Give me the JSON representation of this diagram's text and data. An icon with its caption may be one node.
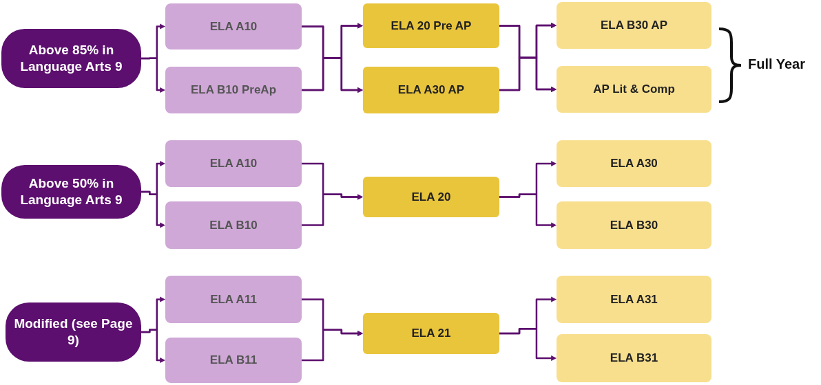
{
  "diagram": {
    "nodes": [
      {
        "text": [
          "Above 85% in Language Arts 9"
        ]
      },
      {
        "text": [
          "ELA A10"
        ]
      },
      {
        "text": [
          "ELA B10 PreAp"
        ]
      },
      {
        "text": [
          "ELA 20 Pre AP"
        ]
      },
      {
        "text": [
          "ELA A30 AP"
        ]
      },
      {
        "text": [
          "ELA B30 AP"
        ]
      },
      {
        "text": [
          "AP Lit & Comp"
        ]
      },
      {
        "text": [
          "Above 50% in Language Arts 9"
        ]
      },
      {
        "text": [
          "ELA A10"
        ]
      },
      {
        "text": [
          "ELA B10"
        ]
      },
      {
        "text": [
          "ELA 20"
        ]
      },
      {
        "text": [
          "ELA A30"
        ]
      },
      {
        "text": [
          "ELA B30"
        ]
      },
      {
        "text": [
          "Modified (see Page 9)"
        ]
      },
      {
        "text": [
          "ELA A11"
        ]
      },
      {
        "text": [
          "ELA B11"
        ]
      },
      {
        "text": [
          "ELA 21"
        ]
      },
      {
        "text": [
          "ELA A31"
        ]
      },
      {
        "text": [
          "ELA B31"
        ]
      }
    ],
    "edges": [
      {
        "from": 0,
        "to": 1,
        "arrow": "to"
      },
      {
        "from": 0,
        "to": 2,
        "arrow": "to"
      },
      {
        "from": 1,
        "to": 3,
        "arrow": "to"
      },
      {
        "from": 1,
        "to": 4,
        "arrow": "to"
      },
      {
        "from": 2,
        "to": 3,
        "arrow": "to"
      },
      {
        "from": 2,
        "to": 4,
        "arrow": "to"
      },
      {
        "from": 3,
        "to": 5,
        "arrow": "to"
      },
      {
        "from": 3,
        "to": 6,
        "arrow": "to"
      },
      {
        "from": 4,
        "to": 5,
        "arrow": "to"
      },
      {
        "from": 4,
        "to": 6,
        "arrow": "to"
      },
      {
        "from": 7,
        "to": 8,
        "arrow": "to"
      },
      {
        "from": 7,
        "to": 9,
        "arrow": "to"
      },
      {
        "from": 8,
        "to": 10,
        "arrow": "to"
      },
      {
        "from": 9,
        "to": 10,
        "arrow": "to"
      },
      {
        "from": 10,
        "to": 11,
        "arrow": "to"
      },
      {
        "from": 10,
        "to": 12,
        "arrow": "to"
      },
      {
        "from": 13,
        "to": 14,
        "arrow": "to"
      },
      {
        "from": 13,
        "to": 15,
        "arrow": "to"
      },
      {
        "from": 14,
        "to": 16,
        "arrow": "to"
      },
      {
        "from": 15,
        "to": 16,
        "arrow": "to"
      },
      {
        "from": 16,
        "to": 17,
        "arrow": "to"
      },
      {
        "from": 16,
        "to": 18,
        "arrow": "to"
      }
    ],
    "labels": [
      "Full Year"
    ]
  }
}
